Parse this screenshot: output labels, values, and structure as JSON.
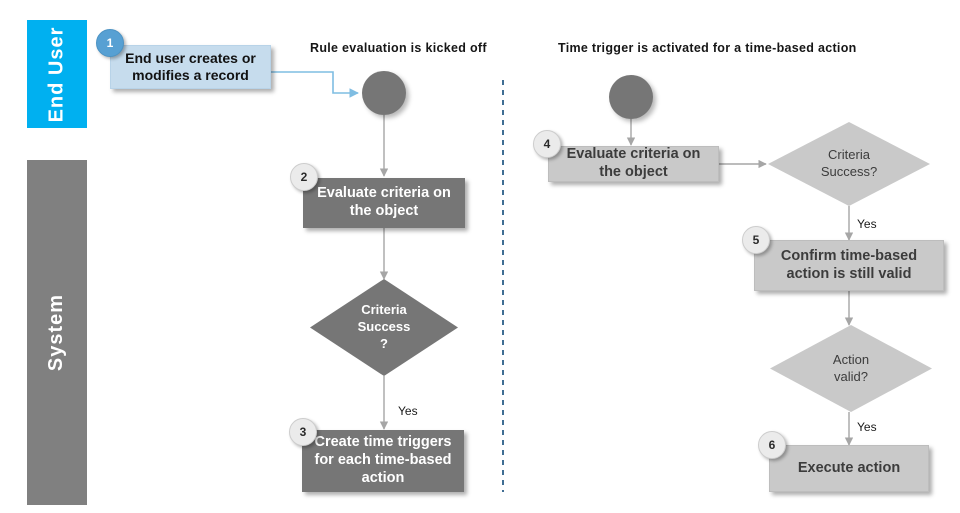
{
  "lanes": [
    {
      "id": "end-user",
      "label": "End User",
      "color": "#00b0f0"
    },
    {
      "id": "system",
      "label": "System",
      "color": "#808080"
    }
  ],
  "headings": {
    "left": "Rule evaluation is kicked off",
    "right": "Time trigger is activated for a time-based action"
  },
  "left_flow": {
    "start_node": "start-circle",
    "step1": {
      "number": "1",
      "text": "End user creates or modifies a record"
    },
    "step2": {
      "number": "2",
      "text": "Evaluate criteria on the object"
    },
    "decision1": {
      "line1": "Criteria",
      "line2": "Success",
      "line3": "?"
    },
    "edge_yes": "Yes",
    "step3": {
      "number": "3",
      "text": "Create time triggers for each time-based action"
    }
  },
  "right_flow": {
    "start_node": "start-circle",
    "step4": {
      "number": "4",
      "text": "Evaluate criteria on the object"
    },
    "decision2": {
      "line1": "Criteria",
      "line2": "Success?"
    },
    "edge_yes_1": "Yes",
    "step5": {
      "number": "5",
      "text": "Confirm time-based action is still valid"
    },
    "decision3": {
      "line1": "Action",
      "line2": "valid?"
    },
    "edge_yes_2": "Yes",
    "step6": {
      "number": "6",
      "text": "Execute action"
    }
  },
  "colors": {
    "lane_enduser": "#00b0f0",
    "lane_system": "#808080",
    "box_dark": "#767676",
    "box_light": "#c9c9c9",
    "box_blue": "#c6dced",
    "badge_blue": "#57a0d3",
    "badge_gray": "#ebebeb",
    "connector_gray": "#a6a6a6",
    "connector_blue": "#7fbde2",
    "divider": "#1f5582"
  },
  "divider": {
    "name": "dashed-vertical-divider",
    "style": "dashed",
    "color": "#1f5582"
  }
}
